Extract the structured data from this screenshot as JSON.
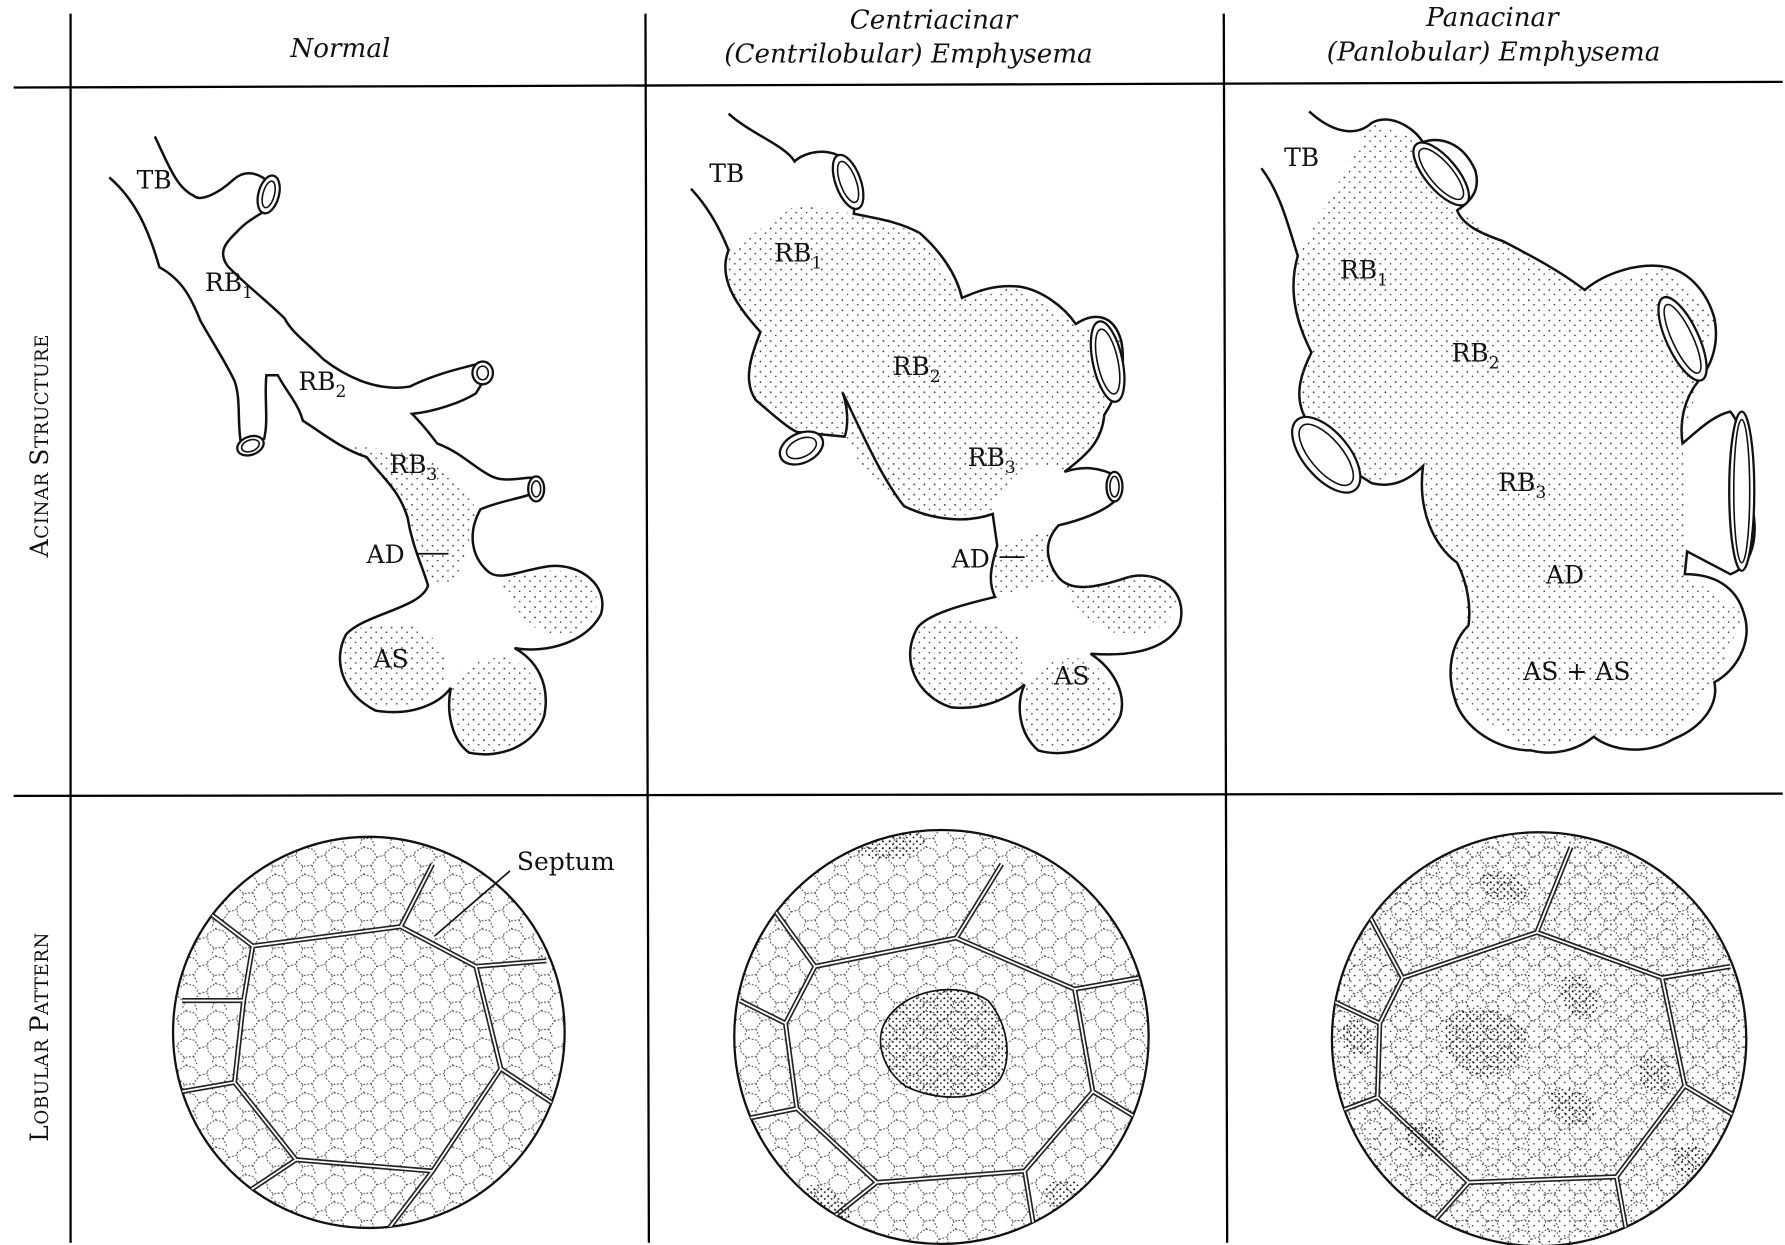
{
  "columns": {
    "normal": {
      "line1": "Normal"
    },
    "centriacinar": {
      "line1": "Centriacinar",
      "line2": "(Centrilobular) Emphysema"
    },
    "panacinar": {
      "line1": "Panacinar",
      "line2": "(Panlobular) Emphysema"
    }
  },
  "rows": {
    "acinar": {
      "cap_a": "A",
      "rest_a": "CINAR ",
      "cap_b": "S",
      "rest_b": "TRUCTURE"
    },
    "lobular": {
      "cap_a": "L",
      "rest_a": "OBULAR ",
      "cap_b": "P",
      "rest_b": "ATTERN"
    }
  },
  "labels": {
    "tb": "TB",
    "rb": "RB",
    "sub1": "1",
    "sub2": "2",
    "sub3": "3",
    "ad": "AD",
    "as": "AS",
    "as_plus_as": "AS + AS",
    "septum": "Septum"
  }
}
